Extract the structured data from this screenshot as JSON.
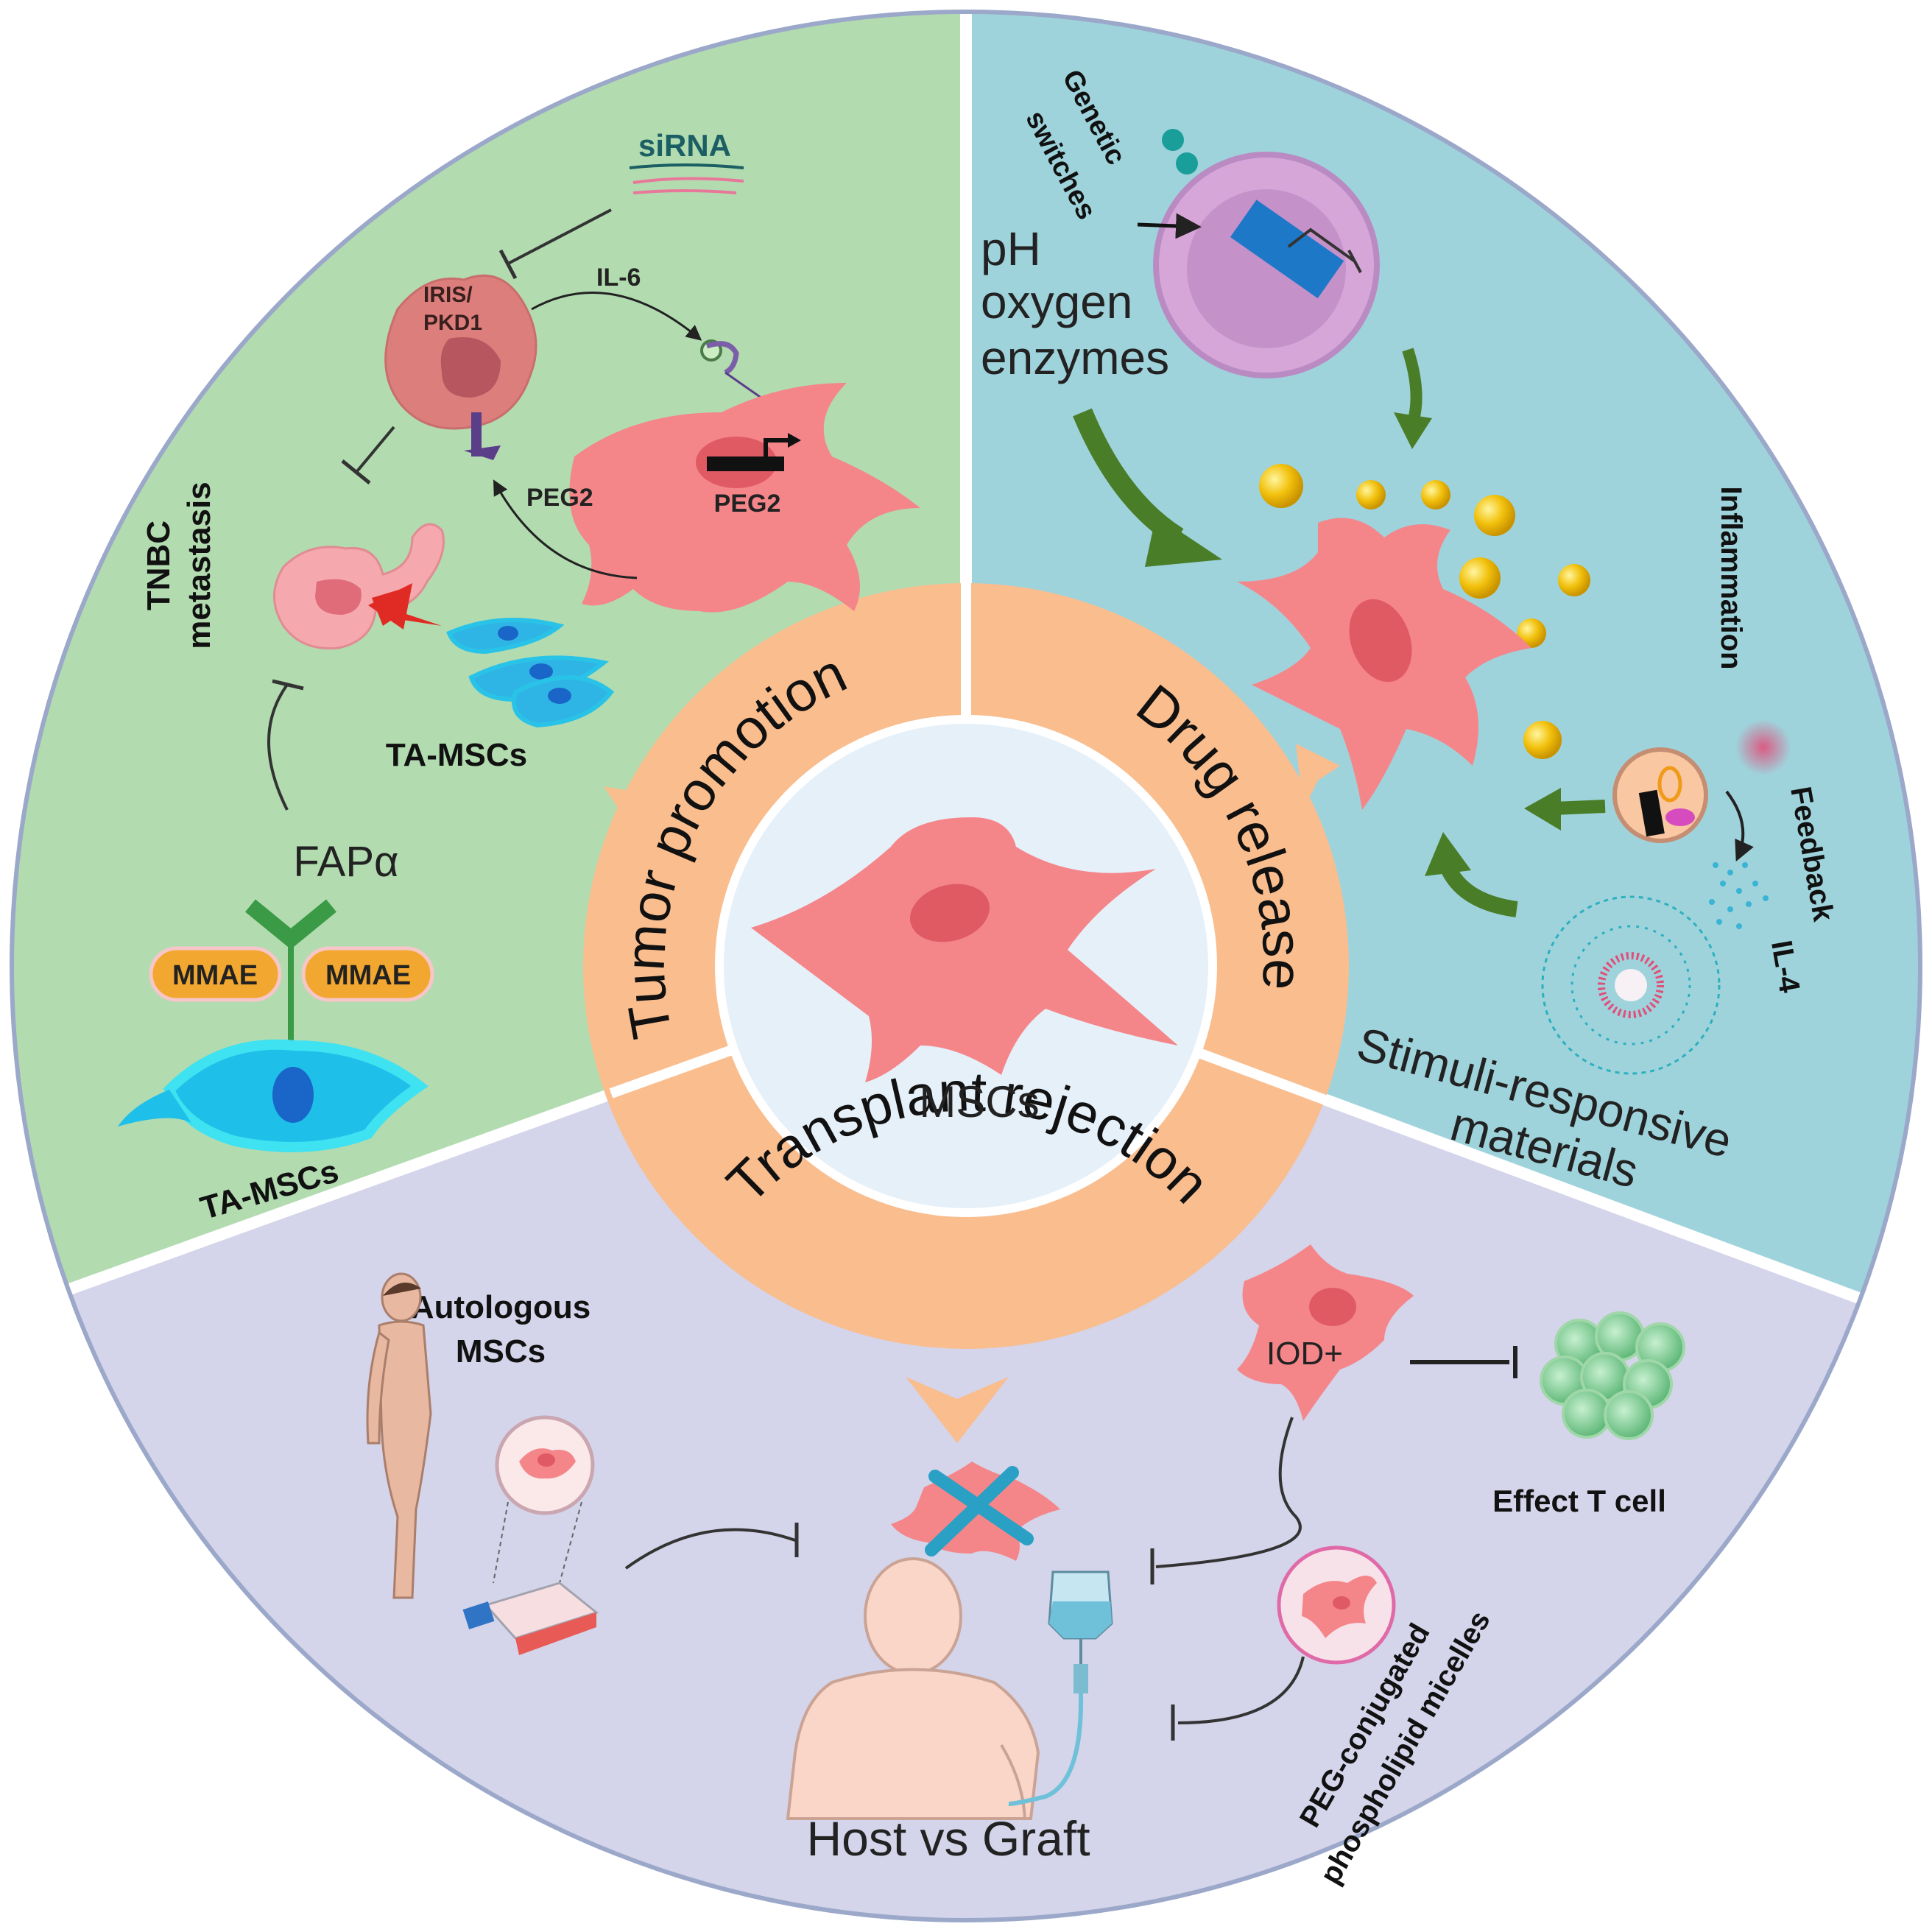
{
  "center": {
    "label": "MSCs"
  },
  "ring": {
    "tumor": "Tumor promotion",
    "drug": "Drug release",
    "transplant": "Transplant rejection"
  },
  "tumor_panel": {
    "sirna": "siRNA",
    "il6": "IL-6",
    "iris": "IRIS/",
    "pkd1": "PKD1",
    "peg2_left": "PEG2",
    "peg2_cell": "PEG2",
    "tnbc": "TNBC",
    "metastasis": "metastasis",
    "ta_mscs_top": "TA-MSCs",
    "fapa": "FAPα",
    "mmae_left": "MMAE",
    "mmae_right": "MMAE",
    "ta_mscs_bottom": "TA-MSCs"
  },
  "drug_panel": {
    "genetic": "Genetic",
    "switches": "switches",
    "ph": "pH",
    "oxygen": "oxygen",
    "enzymes": "enzymes",
    "inflammation": "Inflammation",
    "feedback": "Feedback",
    "il4": "IL-4",
    "stimuli": "Stimuli-responsive",
    "materials": "materials"
  },
  "transplant_panel": {
    "autologous": "Autologous",
    "mscs": "MSCs",
    "iod": "IOD+",
    "effect_t": "Effect T cell",
    "peg_conj": "PEG-conjugated",
    "phospho": "phospholipid micelles",
    "host_graft": "Host vs Graft"
  },
  "colors": {
    "green_panel": "#b2dbb0",
    "blue_panel": "#9fd3dc",
    "purple_panel": "#d4d4ea",
    "ring": "#f9bd8e",
    "center": "#e6f0f9",
    "cell": "#f4868a",
    "nucleus": "#e05a64",
    "arrow_green": "#4a7d28",
    "outline": "#9ba8c9"
  }
}
